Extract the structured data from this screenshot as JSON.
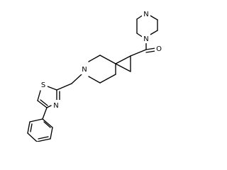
{
  "molecule": {
    "atom_labels": {
      "piperazine_nh": "N",
      "piperazine_n": "N",
      "carbonyl_o": "O",
      "spiro_n": "N",
      "thiazole_s": "S",
      "thiazole_n": "N"
    }
  }
}
